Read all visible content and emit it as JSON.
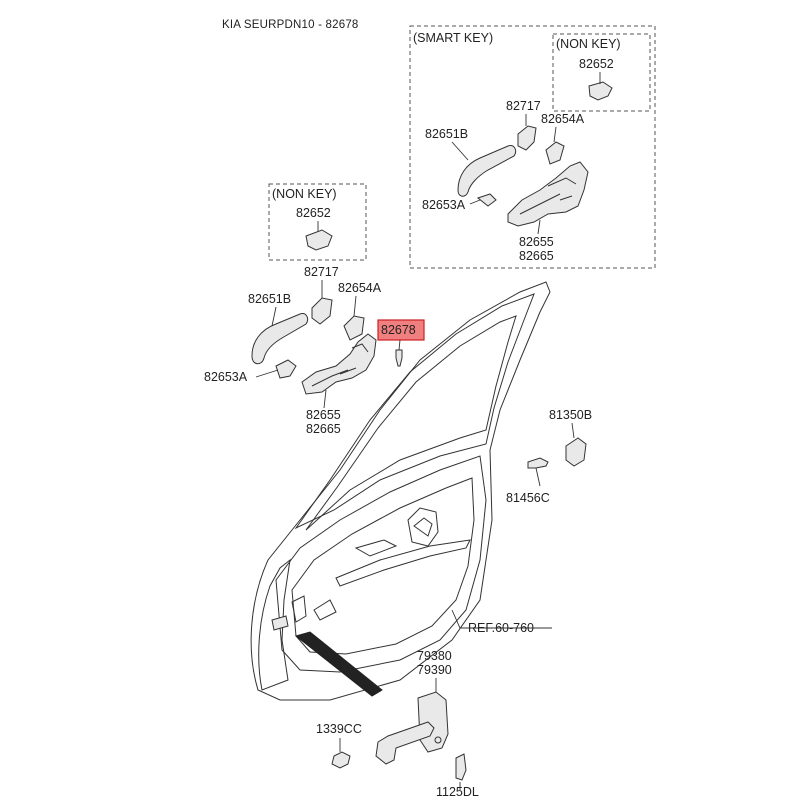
{
  "header": {
    "title": "KIA SEURPDN10 - 82678"
  },
  "highlight": {
    "part_number": "82678",
    "fill": "#f07f7f",
    "stroke": "#cc2222"
  },
  "smart_key_group": {
    "title": "(SMART KEY)",
    "non_key": {
      "title": "(NON KEY)",
      "part": "82652"
    },
    "parts": {
      "p82717": "82717",
      "p82651b": "82651B",
      "p82654a": "82654A",
      "p82653a": "82653A",
      "p82655": "82655",
      "p82665": "82665"
    }
  },
  "main_group": {
    "non_key": {
      "title": "(NON KEY)",
      "part": "82652"
    },
    "parts": {
      "p82717": "82717",
      "p82651b": "82651B",
      "p82654a": "82654A",
      "p82653a": "82653A",
      "p82655": "82655",
      "p82665": "82665",
      "p81350b": "81350B",
      "p81456c": "81456C",
      "ref": "REF.60-760",
      "p79380": "79380",
      "p79390": "79390",
      "p1339cc": "1339CC",
      "p1125dl": "1125DL"
    }
  }
}
